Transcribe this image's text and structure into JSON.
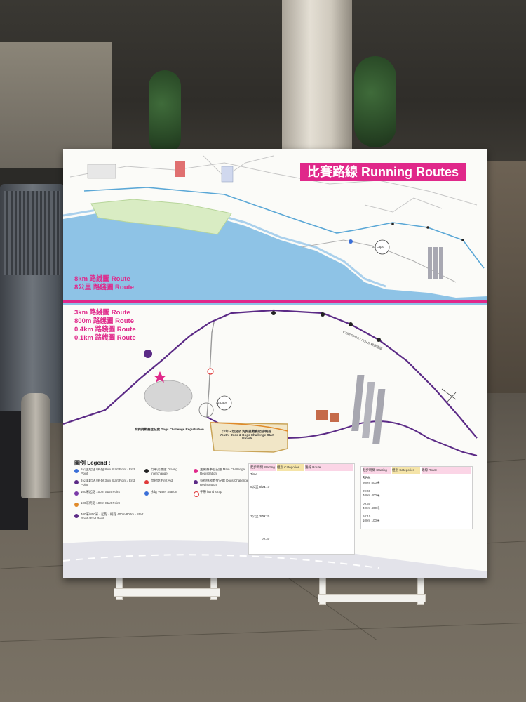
{
  "board": {
    "title": "比賽路線 Running Routes"
  },
  "upper_map": {
    "route_labels": [
      "8km 路綫圖 Route",
      "8公里 路綫圖 Route"
    ],
    "laps_badge": "x3 Laps"
  },
  "lower_map": {
    "route_labels": [
      "3km 路綫圖 Route",
      "800m 路綫圖 Route",
      "0.4km 路綫圖 Route",
      "0.1km 路綫圖 Route"
    ],
    "laps_badge": "x2 Laps",
    "registration_label": "狗狗挑戰賽登記處 Dogs Challenge Registration",
    "start_label": "少年・幼兒及 狗狗挑戰賽起點/終點 Youth · Kids & Dogs Challenge Start /Finish",
    "road_label": "CYBERPORT ROAD 數碼港道"
  },
  "legend": {
    "title": "圖例 Legend :",
    "items": [
      "8公里起點 / 終點 8km Start Point / End Point",
      "3公里起點 / 終點 3km Start Point / End Point",
      "100米起點 100m Start Point",
      "100米終點 100m Start Point",
      "400米/800米 - 起點 / 終點 400m/800m - Start Point / End Point",
      "行車交匯處 Driving Interchange",
      "急救站 First Aid",
      "水站 Water Station",
      "主要賽事登記處 Main Challenge Registration",
      "狗狗挑戰賽登記處 Dogs Challenge Registration",
      "手帶 hand strap"
    ],
    "colors": [
      "#3a6fd8",
      "#5b2a86",
      "#7a3aa8",
      "#e08a2a",
      "#5b2a86",
      "#222222",
      "#e03a3a",
      "#3a6fd8",
      "#e0288a",
      "#5b2a86",
      "#e03a3a"
    ]
  },
  "schedule_left": {
    "headers": [
      "起步時間 Starting Time",
      "組別 Categories",
      "路線 Route"
    ],
    "rows": [
      {
        "dist": "8公里 8km",
        "time": "09:10"
      },
      {
        "dist": "3公里 3km",
        "time": "09:20"
      },
      {
        "dist": "",
        "time": "09:30"
      }
    ]
  },
  "schedule_right": {
    "headers": [
      "起步時間 Starting Time",
      "組別 Categories",
      "路線 Route"
    ],
    "rows": [
      {
        "dist": "800m 800米",
        "time": "09:30"
      },
      {
        "dist": "400m 400米",
        "time": "09:40"
      },
      {
        "dist": "400m 400米",
        "time": "09:50"
      },
      {
        "dist": "100m 100米",
        "time": "10:10"
      }
    ]
  },
  "colors": {
    "brand_pink": "#e0288a",
    "route_purple": "#5b2a86",
    "route_blue": "#5aa7d6",
    "sea": "#8ec3e6"
  }
}
